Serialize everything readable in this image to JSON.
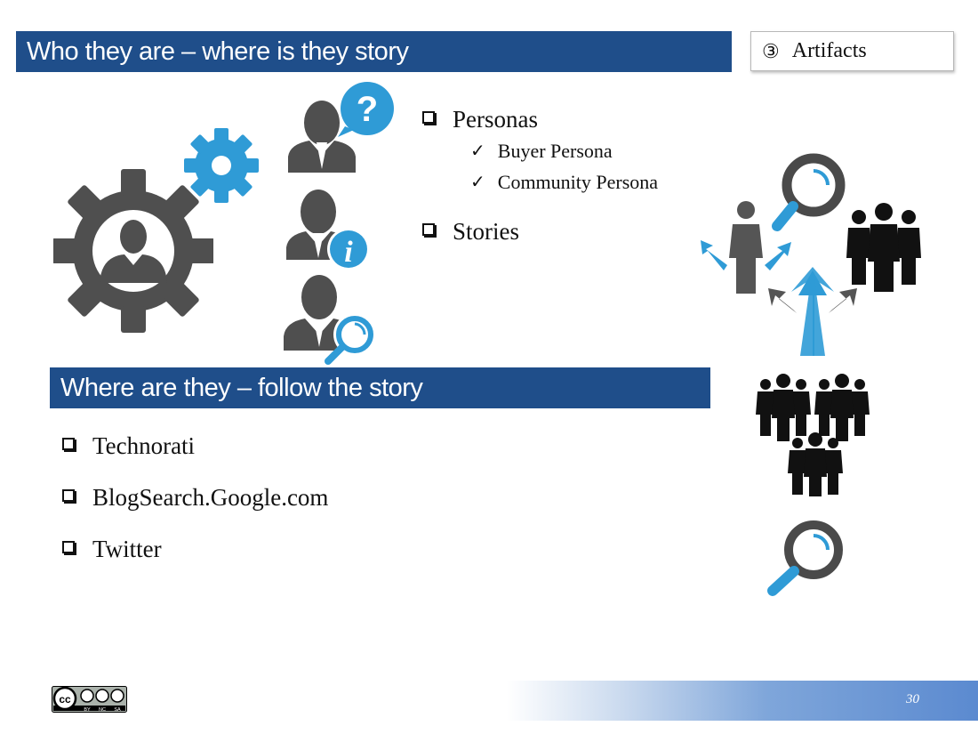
{
  "banner_top": {
    "title": "Who they are – where is they story"
  },
  "artifacts": {
    "number": "③",
    "label": "Artifacts"
  },
  "personas_list": {
    "items": [
      {
        "label": "Personas",
        "sub": [
          "Buyer Persona",
          "Community Persona"
        ]
      },
      {
        "label": "Stories"
      }
    ]
  },
  "banner_bottom": {
    "title": "Where are they – follow the story"
  },
  "where_list": {
    "items": [
      "Technorati",
      "BlogSearch.Google.com",
      "Twitter"
    ]
  },
  "footer": {
    "page_number": "30",
    "license_labels": [
      "BY",
      "NC",
      "SA"
    ]
  },
  "colors": {
    "banner": "#1f4e8a",
    "icon_gray": "#555555",
    "icon_blue": "#2f9bd6",
    "silhouette": "#111111"
  }
}
